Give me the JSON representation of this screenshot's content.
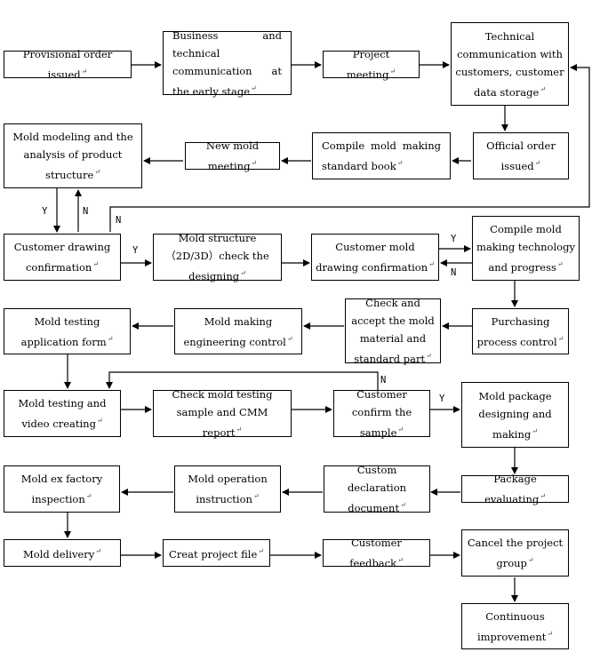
{
  "nodes": {
    "provisional": "Provisional order issued",
    "business": "Business and technical communication at the early stage",
    "meeting": "Project meeting",
    "technical": "Technical communication with customers, customer data storage",
    "official": "Official order issued",
    "compile_std": "Compile mold making standard book",
    "new_mold": "New mold meeting",
    "modeling": "Mold modeling and the analysis of product structure",
    "cust_draw": "Customer drawing confirmation",
    "structure": "Mold structure（2D/3D）check the designing",
    "cust_mold": "Customer mold drawing confirmation",
    "compile_tech": "Compile mold making technology and progress",
    "purchasing": "Purchasing process control",
    "check_accept": "Check and accept the mold material and standard part",
    "engineering": "Mold making engineering control",
    "test_app": "Mold testing application form",
    "test_video": "Mold testing and video creating",
    "check_sample": "Check mold testing sample and CMM report",
    "cust_sample": "Customer confirm the sample",
    "package_design": "Mold package designing and making",
    "package_eval": "Package evaluating",
    "declaration": "Custom declaration document",
    "operation": "Mold operation instruction",
    "ex_factory": "Mold ex factory inspection",
    "delivery": "Mold delivery",
    "project_file": "Creat project file",
    "feedback": "Customer feedback",
    "cancel": "Cancel the project group",
    "improvement": "Continuous improvement"
  },
  "labels": {
    "y": "Y",
    "n": "N"
  },
  "paragraph_mark": "↵"
}
